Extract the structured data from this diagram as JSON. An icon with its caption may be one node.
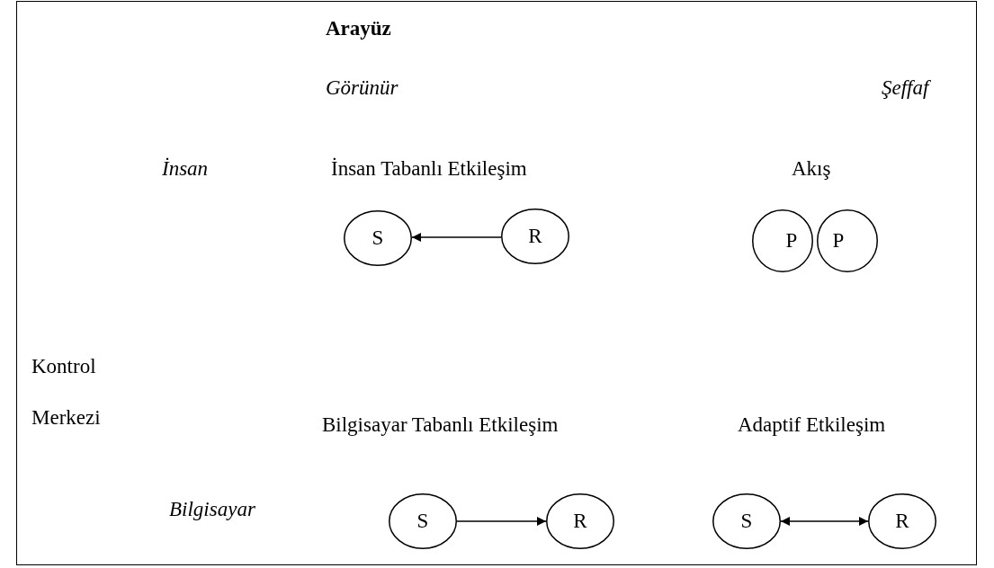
{
  "diagram": {
    "nodes": [
      {
        "text": [
          "S"
        ]
      },
      {
        "text": [
          "R"
        ]
      },
      {
        "text": [
          "P"
        ]
      },
      {
        "text": [
          "P"
        ]
      },
      {
        "text": [
          "S"
        ]
      },
      {
        "text": [
          "R"
        ]
      },
      {
        "text": [
          "S"
        ]
      },
      {
        "text": [
          "R"
        ]
      }
    ],
    "edges": [
      {
        "from": 1,
        "to": 0,
        "arrow": "to"
      },
      {
        "from": 4,
        "to": 5,
        "arrow": "to"
      },
      {
        "from": 6,
        "to": 7,
        "arrow": "both"
      }
    ],
    "labels": [
      "Arayüz",
      "Görünür",
      "Şeffaf",
      "İnsan",
      "İnsan Tabanlı Etkileşim",
      "Akış",
      "Kontrol Merkezi",
      "Bilgisayar Tabanlı Etkileşim",
      "Adaptif Etkileşim",
      "Bilgisayar"
    ]
  }
}
